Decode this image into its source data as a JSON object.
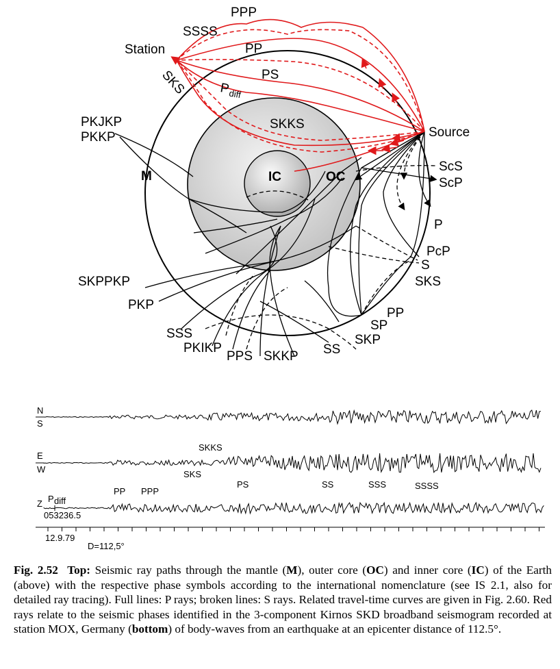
{
  "diagram": {
    "labels": {
      "ppp": "PPP",
      "ssss": "SSSS",
      "station": "Station",
      "pp_top": "PP",
      "ps": "PS",
      "sks_left": "SKS",
      "pdiff_main": "P",
      "pdiff_sub": "diff",
      "skks": "SKKS",
      "pkjkp": "PKJKP",
      "pkkp": "PKKP",
      "m": "M",
      "ic": "IC",
      "oc": "OC",
      "source": "Source",
      "scs": "ScS",
      "scp": "ScP",
      "p": "P",
      "pcp": "PcP",
      "s": "S",
      "sks_right": "SKS",
      "skppkp": "SKPPKP",
      "pkp": "PKP",
      "pp_right": "PP",
      "sp": "SP",
      "skp": "SKP",
      "sss": "SSS",
      "pkikp": "PKIKP",
      "pps": "PPS",
      "skkp": "SKKP",
      "ss": "SS"
    }
  },
  "seismogram": {
    "components": [
      {
        "top": "N",
        "bottom": "S"
      },
      {
        "top": "E",
        "bottom": "W"
      },
      {
        "top": "Z",
        "bottom": ""
      }
    ],
    "phase_labels": {
      "skks": "SKKS",
      "sks": "SKS",
      "ps": "PS",
      "ss": "SS",
      "sss": "SSS",
      "ssss": "SSSS",
      "pp": "PP",
      "ppp": "PPP",
      "pdiff_main": "P",
      "pdiff_sub": "diff"
    },
    "time_code": "053236.5",
    "date": "12.9.79",
    "distance": "D=112,5°"
  },
  "caption": {
    "fig": "Fig. 2.52",
    "top_word": "Top:",
    "t1": " Seismic ray paths through the mantle (",
    "m": "M",
    "t2": "), outer core (",
    "oc": "OC",
    "t3": ") and inner core (",
    "ic": "IC",
    "t4": ") of the Earth (above) with the respective phase symbols according to the international nomenclature (see IS 2.1, also for detailed ray tracing). Full lines: P rays; broken lines: S rays. Related travel-time curves are given in Fig. 2.60. Red rays relate to the seismic phases identified in the 3-component Kirnos SKD broadband seismogram recorded at station MOX, Germany (",
    "bottom_word": "bottom",
    "t5": ") of body-waves from an earthquake at an epicenter distance of 112.5°."
  }
}
